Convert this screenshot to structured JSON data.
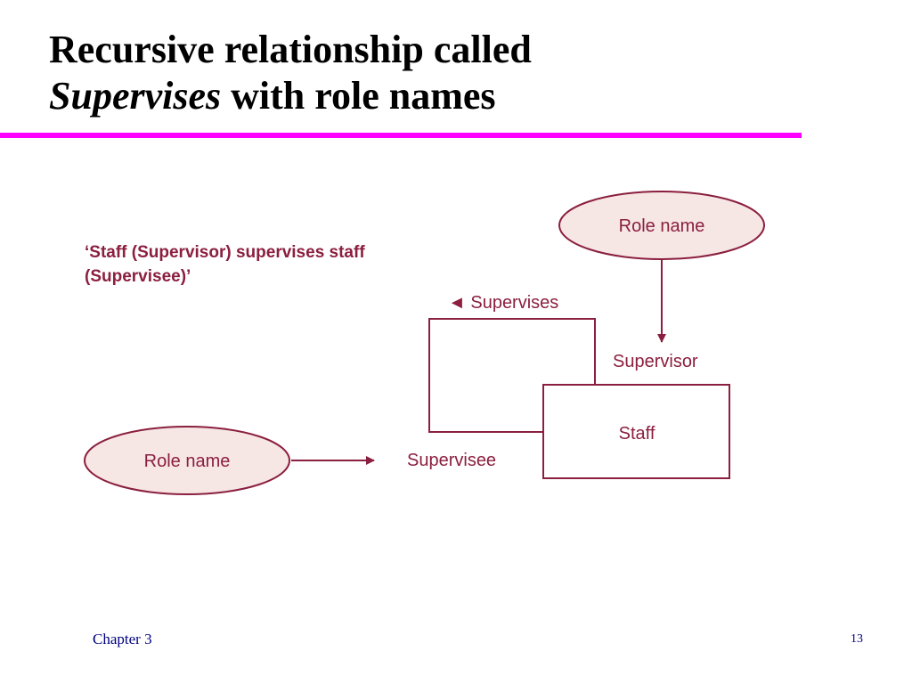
{
  "slide": {
    "title_line1": "Recursive relationship called",
    "title_line2_italic": "Supervises",
    "title_line2_rest": " with role names",
    "accent_color": "#ff00ff",
    "diagram_color": "#8b1f3f"
  },
  "diagram": {
    "quote_line1": "‘Staff (Supervisor) supervises staff",
    "quote_line2": "(Supervisee)’",
    "role_name_top": "Role name",
    "role_name_left": "Role name",
    "relationship_label": "◄ Supervises",
    "supervisor_label": "Supervisor",
    "supervisee_label": "Supervisee",
    "entity_label": "Staff"
  },
  "footer": {
    "chapter": "Chapter 3",
    "page": "13"
  }
}
